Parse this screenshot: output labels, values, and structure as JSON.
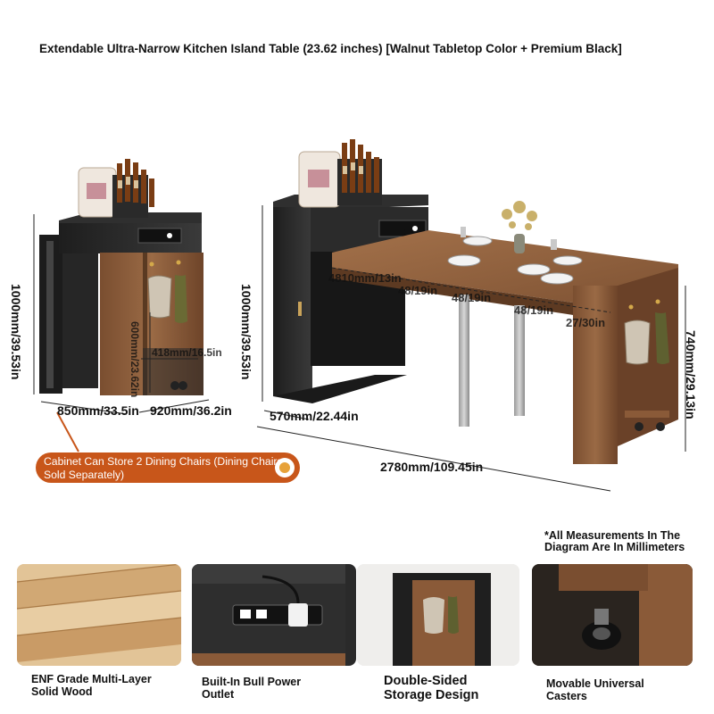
{
  "title": "Extendable Ultra-Narrow Kitchen Island Table (23.62 inches) [Walnut Tabletop Color + Premium Black]",
  "dimensions": {
    "left_height": "1000mm/39.53in",
    "left_depth": "850mm/33.5in",
    "left_width": "920mm/36.2in",
    "inner_height": "600mm/23.62in",
    "inner_width": "418mm/16.5in",
    "right_height": "1000mm/39.53in",
    "right_depth": "570mm/22.44in",
    "table_height": "740mm/29.13in",
    "total_length": "2780mm/109.45in",
    "seg1": "4810mm/13in",
    "seg2": "48/19in",
    "seg3": "48/19in",
    "seg4": "48/19in",
    "seg5": "27/30in"
  },
  "callout": {
    "text": "Cabinet Can Store 2 Dining Chairs (Dining Chairs Sold Separately)"
  },
  "note": {
    "text": "*All Measurements In The Diagram Are In Millimeters"
  },
  "features": [
    {
      "caption": "ENF Grade Multi-Layer Solid Wood",
      "icon": "wood-layers-icon"
    },
    {
      "caption": "Built-In Bull Power Outlet",
      "icon": "power-outlet-icon"
    },
    {
      "caption": "Double-Sided Storage Design",
      "icon": "storage-icon"
    },
    {
      "caption": "Movable Universal Casters",
      "icon": "caster-icon"
    }
  ],
  "colors": {
    "walnut": "#8a5a38",
    "black": "#2b2b2b",
    "accent": "#c8561a"
  }
}
